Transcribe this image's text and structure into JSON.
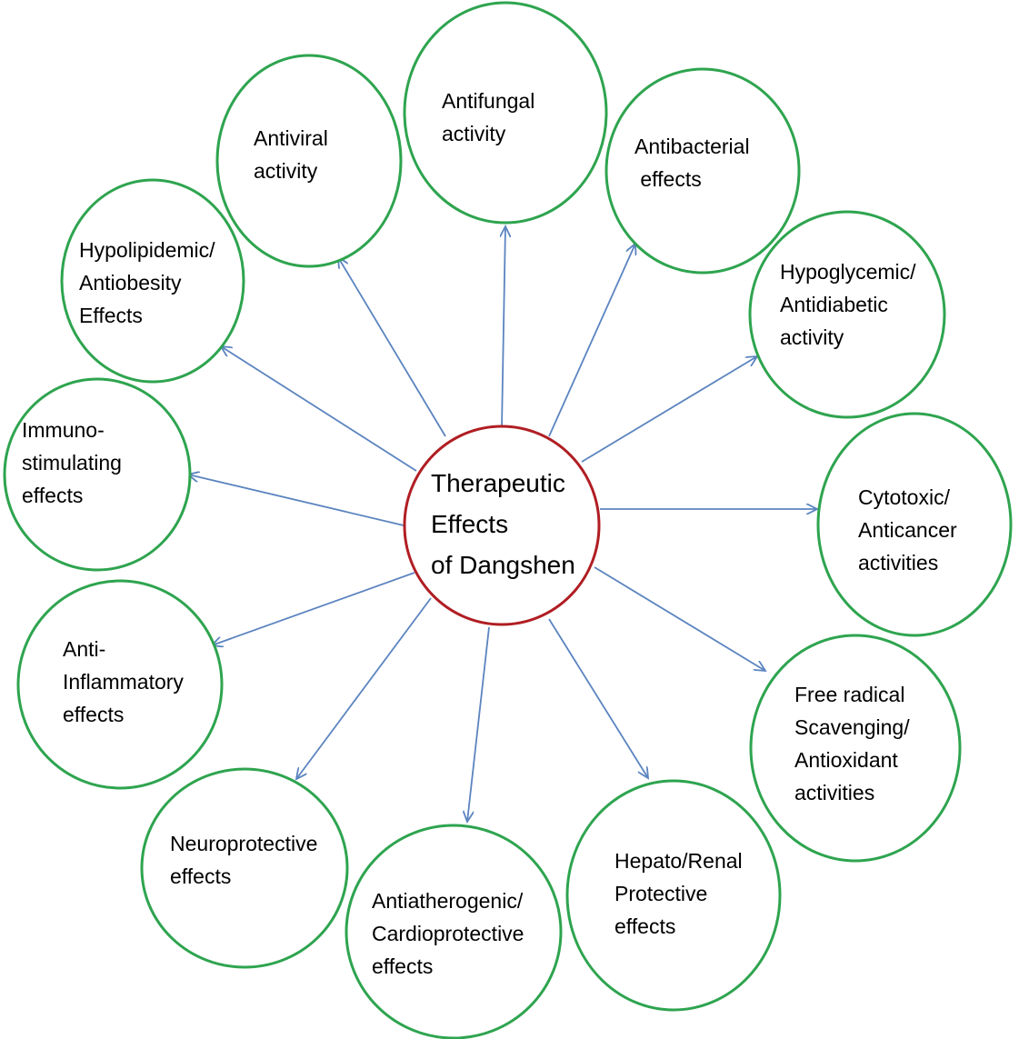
{
  "center": {
    "lines": [
      "Therapeutic",
      "Effects",
      "of Dangshen"
    ]
  },
  "colors": {
    "center_stroke": "#b01e23",
    "node_stroke": "#2ea44f",
    "arrow": "#5b84c0",
    "text": "#000000"
  },
  "nodes": [
    {
      "id": "antiviral",
      "lines": [
        "Antiviral",
        "activity"
      ]
    },
    {
      "id": "antifungal",
      "lines": [
        "Antifungal",
        "activity"
      ]
    },
    {
      "id": "antibacterial",
      "lines": [
        "Antibacterial",
        " effects"
      ]
    },
    {
      "id": "hypoglycemic",
      "lines": [
        "Hypoglycemic/",
        "Antidiabetic",
        "activity"
      ]
    },
    {
      "id": "cytotoxic",
      "lines": [
        "Cytotoxic/",
        "Anticancer",
        "activities"
      ]
    },
    {
      "id": "free-radical",
      "lines": [
        "Free radical",
        "Scavenging/",
        "Antioxidant",
        "activities"
      ]
    },
    {
      "id": "hepato-renal",
      "lines": [
        "Hepato/Renal",
        "Protective",
        "effects"
      ]
    },
    {
      "id": "antiatherogenic",
      "lines": [
        "Antiatherogenic/",
        "Cardioprotective",
        "effects"
      ]
    },
    {
      "id": "neuroprotective",
      "lines": [
        "Neuroprotective",
        "effects"
      ]
    },
    {
      "id": "anti-inflammatory",
      "lines": [
        "Anti-",
        "Inflammatory",
        "effects"
      ]
    },
    {
      "id": "immuno-stimulating",
      "lines": [
        "Immuno-",
        "stimulating",
        "effects"
      ]
    },
    {
      "id": "hypolipidemic",
      "lines": [
        "Hypolipidemic/",
        "Antiobesity",
        "Effects"
      ]
    }
  ]
}
